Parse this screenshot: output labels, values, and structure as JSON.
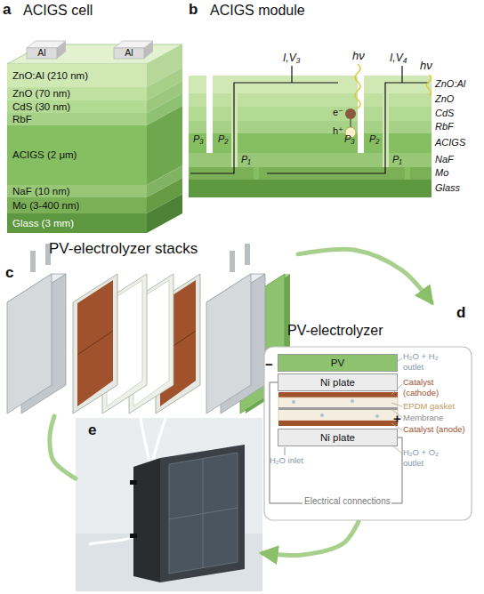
{
  "diagram": {
    "nodes": [
      {
        "text": [
          "PV-electrolyzer stacks",
          "c"
        ]
      },
      {
        "text": [
          "PV-electrolyzer",
          "d"
        ]
      },
      {
        "text": [
          "PV"
        ],
        "in": 1
      },
      {
        "text": [
          "Ni plate"
        ],
        "in": 1
      },
      {
        "text": [
          "Ni plate"
        ],
        "in": 1
      },
      {
        "text": [
          "e"
        ]
      }
    ],
    "edges": [
      {
        "from": 0,
        "to": 1,
        "arrow": "to"
      },
      {
        "from": 1,
        "to": 5,
        "arrow": "to"
      },
      {
        "from": 5,
        "to": 0,
        "arrow": "none"
      }
    ],
    "labels": [
      "a",
      "ACIGS cell",
      "Al",
      "Al",
      "ZnO:Al (210 nm)",
      "ZnO (70 nm)",
      "CdS (30 nm)",
      "RbF",
      "ACIGS (2 μm)",
      "NaF (10 nm)",
      "Mo (3-400 nm)",
      "Glass (3 mm)",
      "b",
      "ACIGS module",
      "I,V₃",
      "hν",
      "I,V₄",
      "hν",
      "e⁻",
      "h⁺",
      "P₃",
      "P₂",
      "P₁",
      "P₃",
      "P₂",
      "P₁",
      "ZnO:Al",
      "ZnO",
      "CdS",
      "RbF",
      "ACIGS",
      "NaF",
      "Mo",
      "Glass",
      "H₂O + H₂ outlet",
      "Catalyst (cathode)",
      "EPDM gasket",
      "Membrane",
      "Catalyst (anode)",
      "H₂O + O₂ outlet",
      "H₂O inlet",
      "Electrical connections",
      "−",
      "+"
    ]
  }
}
